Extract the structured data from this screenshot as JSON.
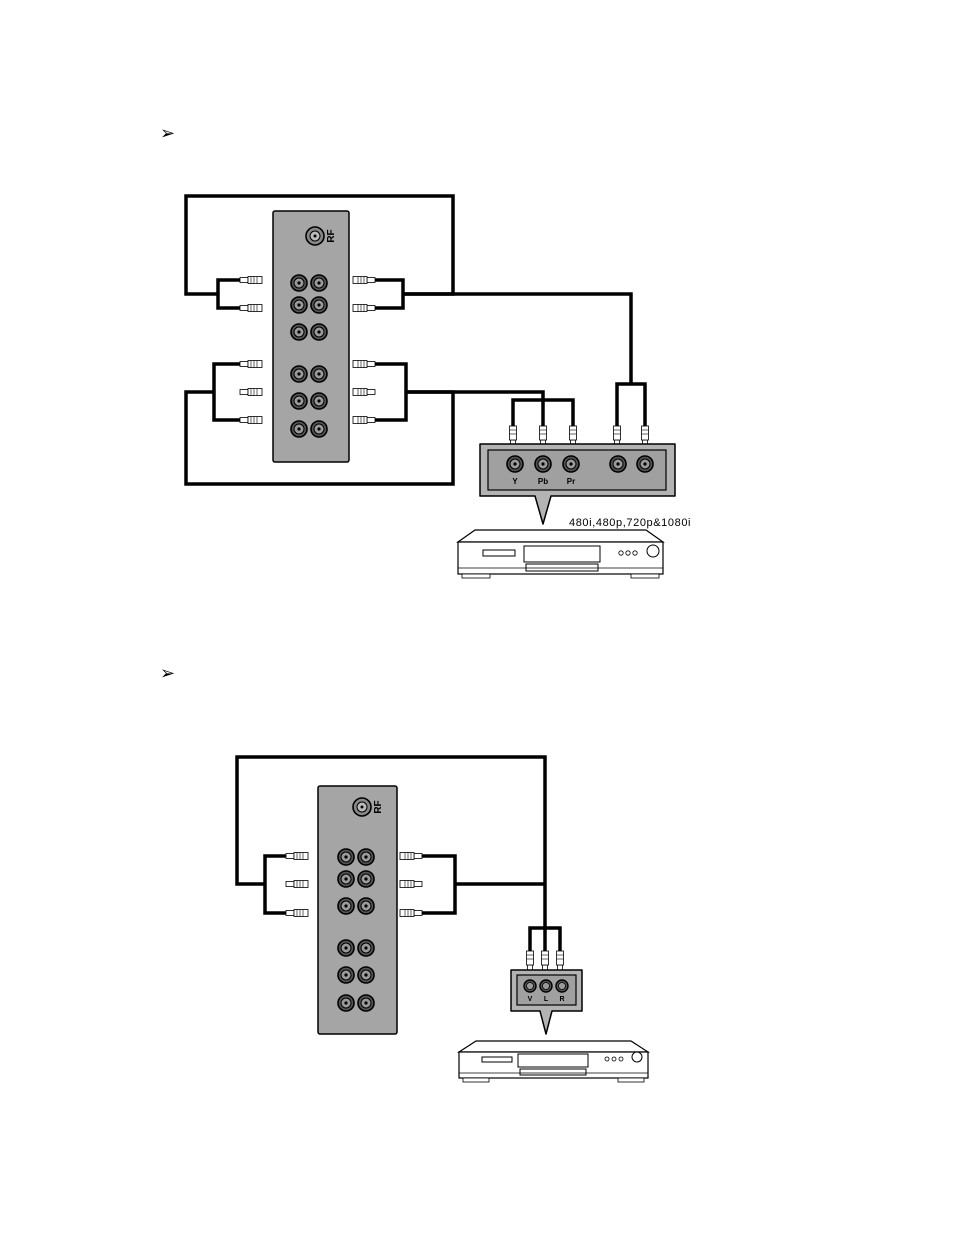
{
  "bullets": [
    "➢",
    "➢"
  ],
  "diagram1": {
    "panel_label": "RF",
    "component_labels": [
      "Y",
      "Pb",
      "Pr"
    ],
    "resolution_text": "480i,480p,720p&1080i"
  },
  "diagram2": {
    "panel_label": "RF",
    "av_labels": [
      "V",
      "L",
      "R"
    ]
  }
}
